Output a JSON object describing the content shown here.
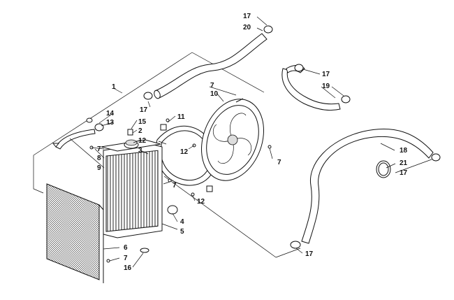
{
  "diagram": {
    "callouts": [
      "1",
      "2",
      "3",
      "4",
      "5",
      "6",
      "7",
      "7",
      "7",
      "7",
      "7",
      "8",
      "9",
      "10",
      "11",
      "12",
      "12",
      "12",
      "13",
      "14",
      "15",
      "16",
      "17",
      "17",
      "17",
      "17",
      "17",
      "18",
      "19",
      "20",
      "21"
    ]
  }
}
